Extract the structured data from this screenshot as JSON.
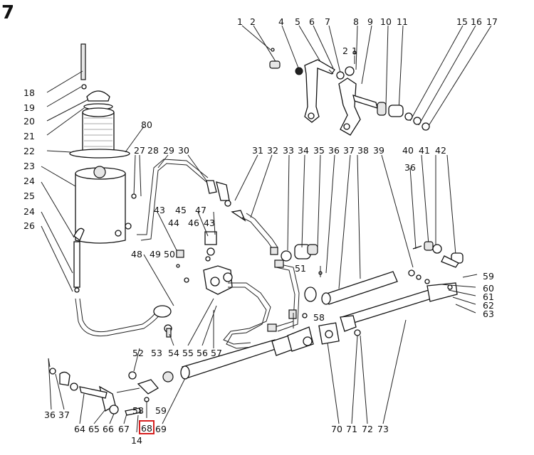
{
  "figure_number": "7",
  "highlighted_label": "68",
  "highlight_color": "#d62020",
  "labels": [
    "1",
    "2",
    "4",
    "5",
    "6",
    "7",
    "8",
    "9",
    "10",
    "11",
    "15",
    "16",
    "17",
    "2",
    "1",
    "18",
    "19",
    "20",
    "21",
    "22",
    "80",
    "23",
    "24",
    "25",
    "24",
    "26",
    "27",
    "28",
    "29",
    "30",
    "31",
    "32",
    "33",
    "34",
    "35",
    "36",
    "37",
    "38",
    "39",
    "40",
    "41",
    "42",
    "36",
    "43",
    "45",
    "47",
    "44",
    "46",
    "43",
    "48",
    "49",
    "50",
    "51",
    "58",
    "59",
    "60",
    "61",
    "62",
    "63",
    "52",
    "53",
    "54",
    "55",
    "56",
    "57",
    "36",
    "37",
    "64",
    "65",
    "66",
    "67",
    "58",
    "68",
    "69",
    "14",
    "59",
    "70",
    "71",
    "72",
    "73"
  ]
}
